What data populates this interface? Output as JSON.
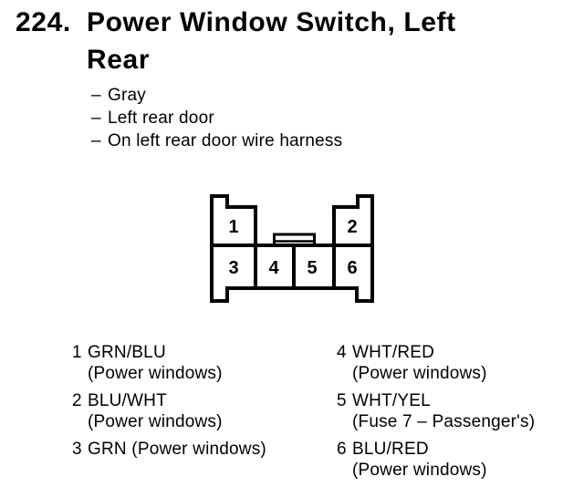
{
  "page": {
    "background": "#ffffff",
    "ink": "#000000"
  },
  "heading": {
    "number": "224.",
    "line1": "Power Window Switch, Left",
    "line2": "Rear"
  },
  "bullets": {
    "dash": "–",
    "items": [
      "Gray",
      "Left rear door",
      "On left rear door wire harness"
    ]
  },
  "connector": {
    "description": "6-pin connector face view, two pins top row, four pins bottom row, center latch tab",
    "pins": {
      "p1": "1",
      "p2": "2",
      "p3": "3",
      "p4": "4",
      "p5": "5",
      "p6": "6"
    }
  },
  "legend": {
    "columns": [
      {
        "entries": [
          {
            "pin": "1",
            "wire": "GRN/BLU",
            "function": "(Power windows)"
          },
          {
            "pin": "2",
            "wire": "BLU/WHT",
            "function": "(Power windows)"
          },
          {
            "pin": "3",
            "wire": "GRN (Power windows)",
            "function": ""
          }
        ]
      },
      {
        "entries": [
          {
            "pin": "4",
            "wire": "WHT/RED",
            "function": "(Power windows)"
          },
          {
            "pin": "5",
            "wire": "WHT/YEL",
            "function": "(Fuse 7 – Passenger's)"
          },
          {
            "pin": "6",
            "wire": "BLU/RED",
            "function": "(Power windows)"
          }
        ]
      }
    ]
  }
}
